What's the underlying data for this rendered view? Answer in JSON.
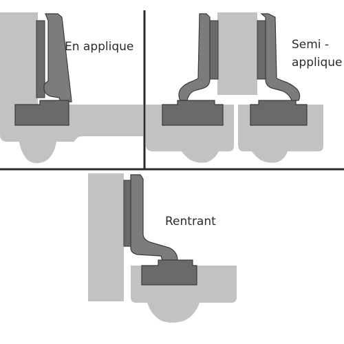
{
  "panels": {
    "overlay": {
      "label": "En applique"
    },
    "half_overlay": {
      "label_line1": "Semi -",
      "label_line2": "applique"
    },
    "inset": {
      "label": "Rentrant"
    }
  },
  "colors": {
    "background": "#ffffff",
    "panel_light": "#c2c2c2",
    "hinge_arm": "#7c7c7c",
    "hinge_cup": "#6a6a6a",
    "stroke": "#3a3a3a",
    "divider": "#2a2a2a"
  }
}
